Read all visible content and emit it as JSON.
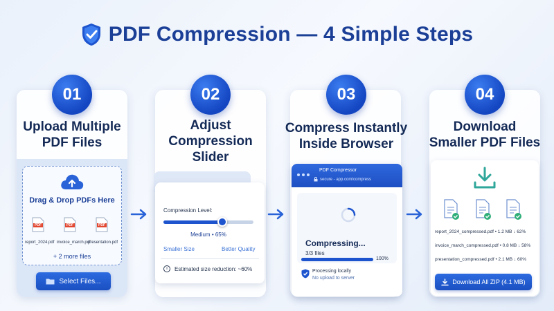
{
  "header": {
    "title": "PDF Compression — 4 Simple Steps",
    "icon": "shield-check-icon"
  },
  "steps": [
    {
      "number": "01",
      "title_lines": [
        "Upload Multiple",
        "PDF Files"
      ]
    },
    {
      "number": "02",
      "title_lines": [
        "Adjust",
        "Compression",
        "Slider"
      ]
    },
    {
      "number": "03",
      "title_lines": [
        "Compress Instantly",
        "Inside Browser"
      ]
    },
    {
      "number": "04",
      "title_lines": [
        "Download",
        "Smaller PDF Files"
      ]
    }
  ],
  "upload": {
    "drop_text": "Drag & Drop PDFs Here",
    "pdf_badge": "PDF",
    "files": [
      "report_2024.pdf",
      "invoice_march.pdf",
      "presentation.pdf"
    ],
    "more": "+ 2 more files",
    "button": "Select Files..."
  },
  "slider": {
    "label": "Compression Level:",
    "value_label": "Medium • 65%",
    "level_fraction": 0.65,
    "min_label": "Smaller Size",
    "max_label": "Better Quality",
    "estimate": "Estimated size reduction: ~60%"
  },
  "browser": {
    "title": "PDF Compressor",
    "url": "secure - app.com/compress",
    "status": "Compressing...",
    "count": "3/3 files",
    "progress_text": "100%",
    "progress_fraction": 1.0,
    "local_line1": "Processing locally",
    "local_line2": "No upload to server"
  },
  "download": {
    "results": [
      "report_2024_compressed.pdf • 1.2 MB ↓ 62%",
      "invoice_march_compressed.pdf • 0.8 MB ↓ 58%",
      "presentation_compressed.pdf • 2.1 MB ↓ 60%"
    ],
    "button": "Download All ZIP (4.1 MB)"
  },
  "colors": {
    "primary": "#1e55cf",
    "title": "#1b3f96",
    "success": "#2fae7a"
  }
}
